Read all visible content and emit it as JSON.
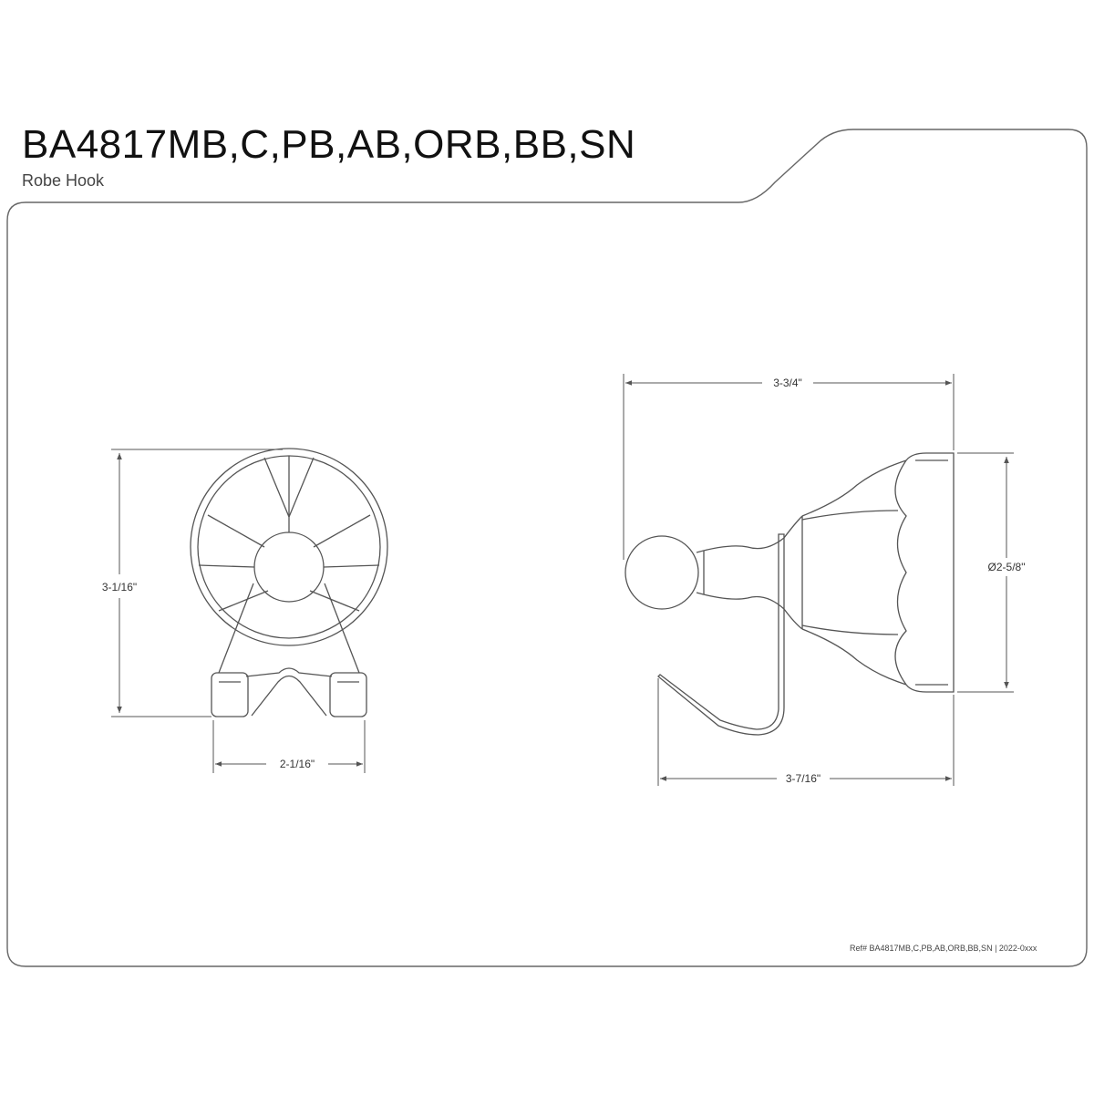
{
  "header": {
    "model_number": "BA4817MB,C,PB,AB,ORB,BB,SN",
    "product_name": "Robe Hook"
  },
  "front_view": {
    "height_label": "3-1/16\"",
    "width_label": "2-1/16\""
  },
  "side_view": {
    "top_width_label": "3-3/4\"",
    "diameter_label": "Ø2-5/8\"",
    "bottom_width_label": "3-7/16\""
  },
  "footer": {
    "drawing_ref": "Ref# BA4817MB,C,PB,AB,ORB,BB,SN | 2022-0xxx"
  },
  "colors": {
    "line": "#555555",
    "frame": "#666666",
    "background": "#ffffff"
  }
}
